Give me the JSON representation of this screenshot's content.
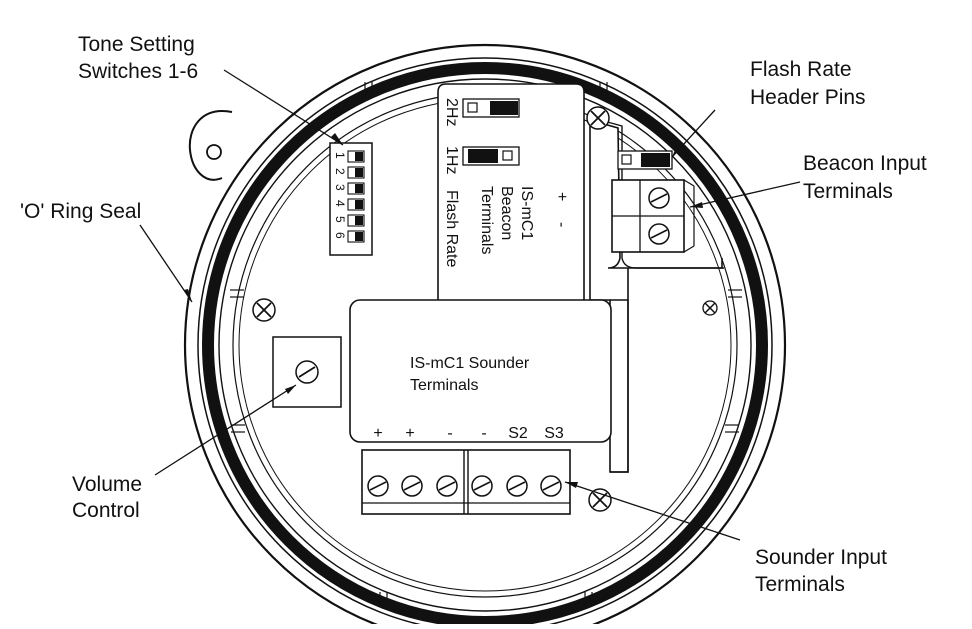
{
  "callouts": {
    "tone_line1": "Tone Setting",
    "tone_line2": "Switches 1-6",
    "oring": "'O' Ring Seal",
    "flash_line1": "Flash Rate",
    "flash_line2": "Header Pins",
    "beacon_line1": "Beacon Input",
    "beacon_line2": "Terminals",
    "volume_line1": "Volume",
    "volume_line2": "Control",
    "sounder_line1": "Sounder Input",
    "sounder_line2": "Terminals"
  },
  "beacon_board": {
    "hz2": "2Hz",
    "hz1": "1Hz",
    "title": "IS-mC1",
    "beacon": "Beacon",
    "terminals": "Terminals",
    "flash_rate": "Flash Rate",
    "plus": "+",
    "minus": "-"
  },
  "sounder_board": {
    "title_line1": "IS-mC1 Sounder",
    "title_line2": "Terminals",
    "pins": [
      "+",
      "+",
      "-",
      "-",
      "S2",
      "S3"
    ]
  },
  "dip_switch": {
    "numbers": [
      "1",
      "2",
      "3",
      "4",
      "5",
      "6"
    ]
  }
}
